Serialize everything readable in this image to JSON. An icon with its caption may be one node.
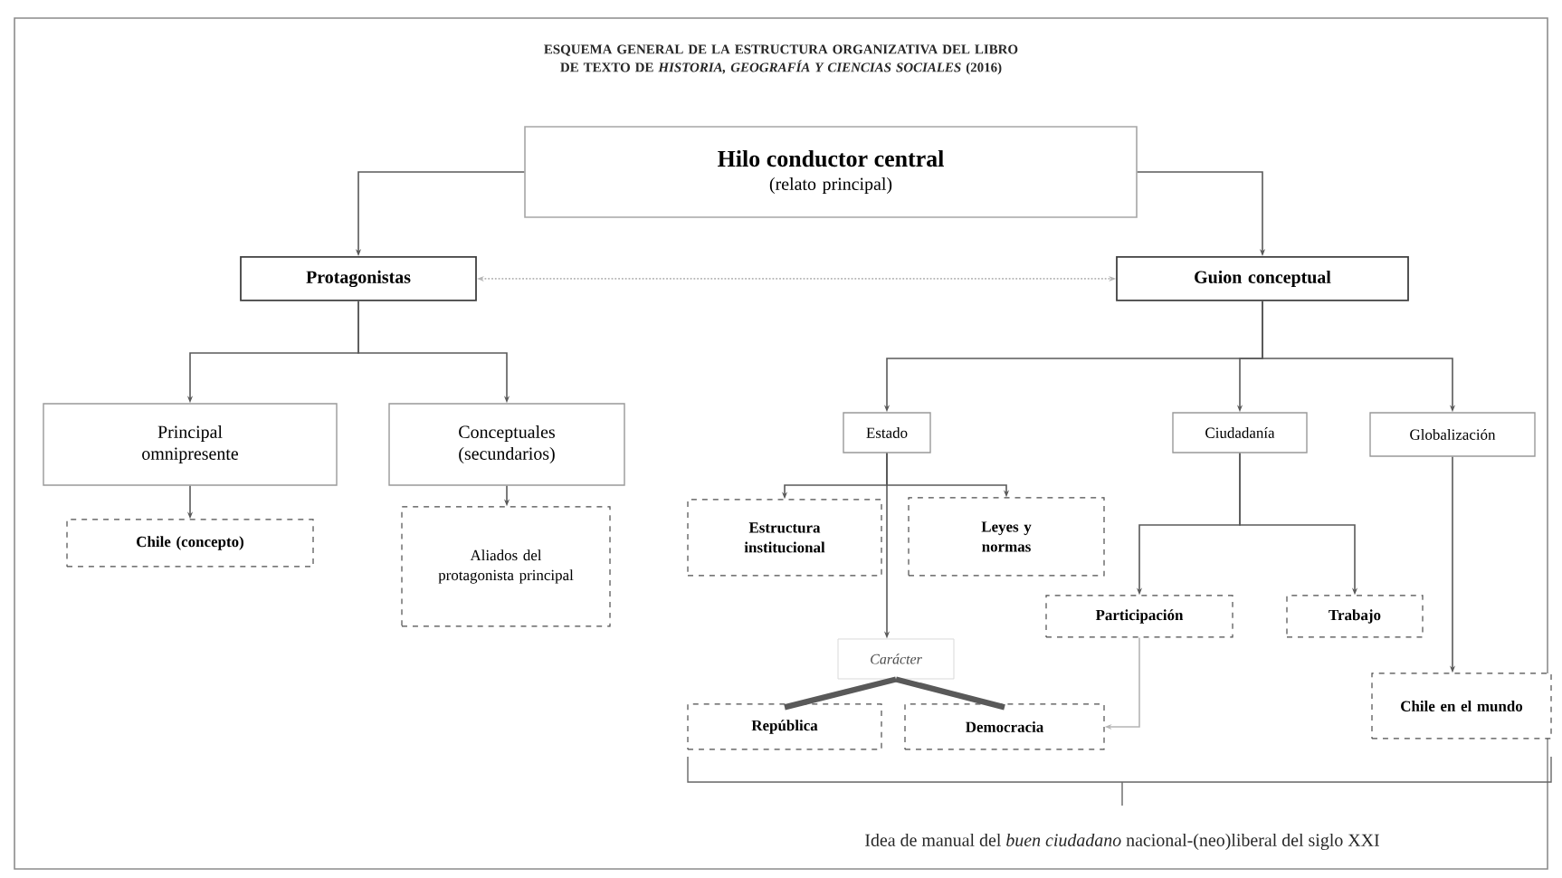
{
  "diagram": {
    "title": "ESQUEMA GENERAL DE LA ESTRUCTURA ORGANIZATIVA DEL LIBRO DE TEXTO DE *HISTORIA, GEOGRAFÍA Y CIENCIAS SOCIALES* (2016)",
    "nodes": [
      {
        "text": [
          "Hilo conductor central",
          "(relato principal)"
        ]
      },
      {
        "text": [
          "Protagonistas"
        ]
      },
      {
        "text": [
          "Guion conceptual"
        ]
      },
      {
        "text": [
          "Principal omnipresente"
        ]
      },
      {
        "text": [
          "Conceptuales (secundarios)"
        ]
      },
      {
        "text": [
          "Chile (concepto)"
        ]
      },
      {
        "text": [
          "Aliados del protagonista principal"
        ]
      },
      {
        "text": [
          "Estado"
        ]
      },
      {
        "text": [
          "Ciudadanía"
        ]
      },
      {
        "text": [
          "Globalización"
        ]
      },
      {
        "text": [
          "Estructura institucional"
        ]
      },
      {
        "text": [
          "Leyes y normas"
        ]
      },
      {
        "text": [
          "Carácter"
        ]
      },
      {
        "text": [
          "Participación"
        ]
      },
      {
        "text": [
          "Trabajo"
        ]
      },
      {
        "text": [
          "República"
        ]
      },
      {
        "text": [
          "Democracia"
        ]
      },
      {
        "text": [
          "Chile en el mundo"
        ]
      }
    ],
    "edges": [
      {
        "from": 0,
        "to": 1,
        "arrow": "to"
      },
      {
        "from": 0,
        "to": 2,
        "arrow": "to"
      },
      {
        "from": 1,
        "to": 2,
        "arrow": "both",
        "style": "dashed",
        "color": "#b5b5b5"
      },
      {
        "from": 1,
        "to": 3,
        "arrow": "to"
      },
      {
        "from": 1,
        "to": 4,
        "arrow": "to"
      },
      {
        "from": 3,
        "to": 5,
        "arrow": "to"
      },
      {
        "from": 4,
        "to": 6,
        "arrow": "to"
      },
      {
        "from": 2,
        "to": 7,
        "arrow": "to"
      },
      {
        "from": 2,
        "to": 8,
        "arrow": "to"
      },
      {
        "from": 2,
        "to": 9,
        "arrow": "to"
      },
      {
        "from": 7,
        "to": 10,
        "arrow": "to"
      },
      {
        "from": 7,
        "to": 11,
        "arrow": "to"
      },
      {
        "from": 7,
        "to": 12,
        "arrow": "to"
      },
      {
        "from": 12,
        "to": 15,
        "arrow": "none",
        "style": "thick"
      },
      {
        "from": 12,
        "to": 16,
        "arrow": "none",
        "style": "thick"
      },
      {
        "from": 8,
        "to": 13,
        "arrow": "to"
      },
      {
        "from": 8,
        "to": 14,
        "arrow": "to"
      },
      {
        "from": 13,
        "to": 16,
        "arrow": "to",
        "color": "#b5b5b5"
      },
      {
        "from": 9,
        "to": 17,
        "arrow": "to"
      }
    ],
    "labels": [
      "Idea de manual del *buen ciudadano* nacional-(neo)liberal del siglo XXI"
    ]
  }
}
